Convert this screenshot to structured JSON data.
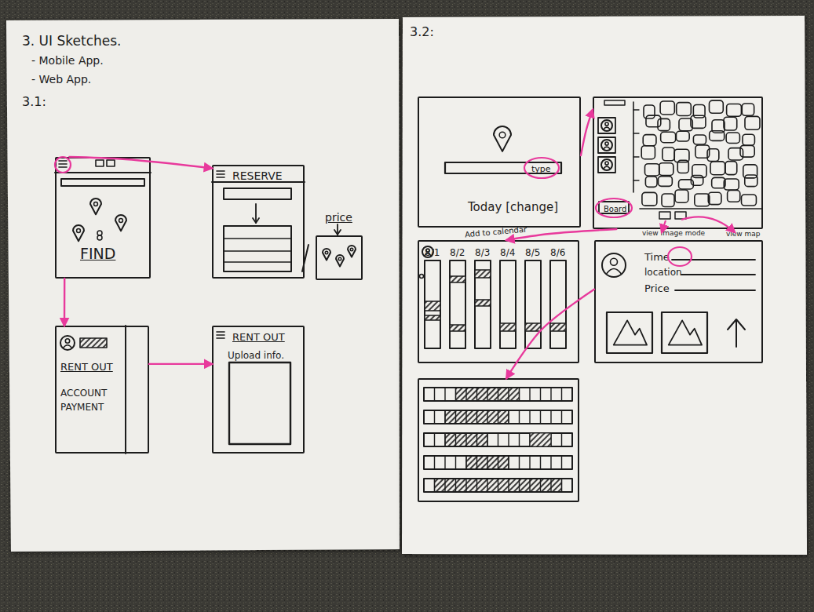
{
  "diagram": {
    "title": "3. UI Sketches.",
    "nodes": [
      {
        "text": [
          "FIND"
        ]
      },
      {
        "text": [
          "RESERVE"
        ]
      },
      {
        "text": [
          "price"
        ]
      },
      {
        "text": [
          "RENT OUT",
          "ACCOUNT",
          "PAYMENT"
        ]
      },
      {
        "text": [
          "RENT OUT",
          "Upload info."
        ]
      },
      {
        "text": [
          "type",
          "Today [change]"
        ]
      },
      {
        "text": [
          "Board"
        ]
      },
      {
        "text": [
          "8/1",
          "8/2",
          "8/3",
          "8/4",
          "8/5",
          "8/6"
        ]
      },
      {
        "text": [
          "Time",
          "location",
          "Price"
        ]
      },
      {
        "text": []
      }
    ],
    "edges": [
      {
        "from": 0,
        "to": 1,
        "arrow": "to"
      },
      {
        "from": 0,
        "to": 3,
        "arrow": "to"
      },
      {
        "from": 3,
        "to": 4,
        "arrow": "to"
      },
      {
        "from": 5,
        "to": 6,
        "arrow": "to"
      },
      {
        "from": 6,
        "to": 7,
        "label": "Add to calendar",
        "arrow": "to"
      },
      {
        "from": 8,
        "to": 9,
        "arrow": "to"
      }
    ],
    "labels": [
      "- Mobile App.",
      "- Web App.",
      "3.1:",
      "3.2:",
      "view Image mode",
      "view map"
    ]
  }
}
